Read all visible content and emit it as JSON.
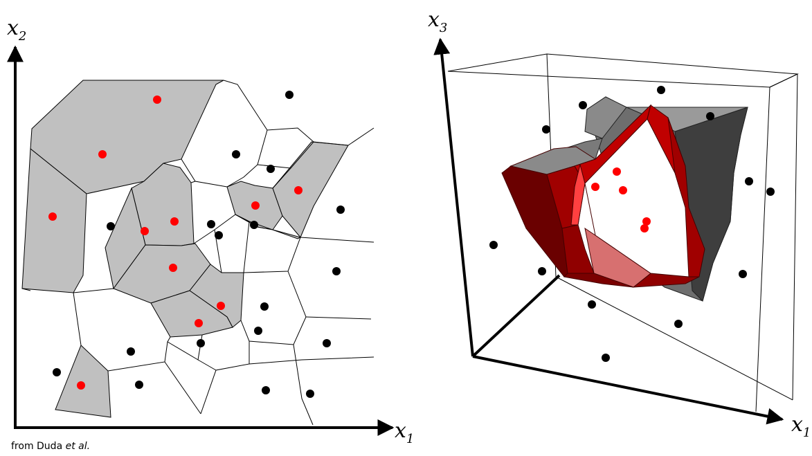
{
  "colors": {
    "background": "#ffffff",
    "red_prototype": "#ff0000",
    "black_prototype": "#000000",
    "shaded_cell": "#c0c0c0",
    "red_surface": "#b00000",
    "gray_surface": "#555555"
  },
  "left_panel": {
    "x_axis": {
      "base": "x",
      "sub": "1"
    },
    "y_axis": {
      "base": "x",
      "sub": "2"
    }
  },
  "right_panel": {
    "z_axis": {
      "base": "x",
      "sub": "3"
    },
    "x_axis": {
      "base": "x",
      "sub": "1"
    }
  },
  "caption": {
    "prefix": "from Duda ",
    "emph": "et al."
  }
}
